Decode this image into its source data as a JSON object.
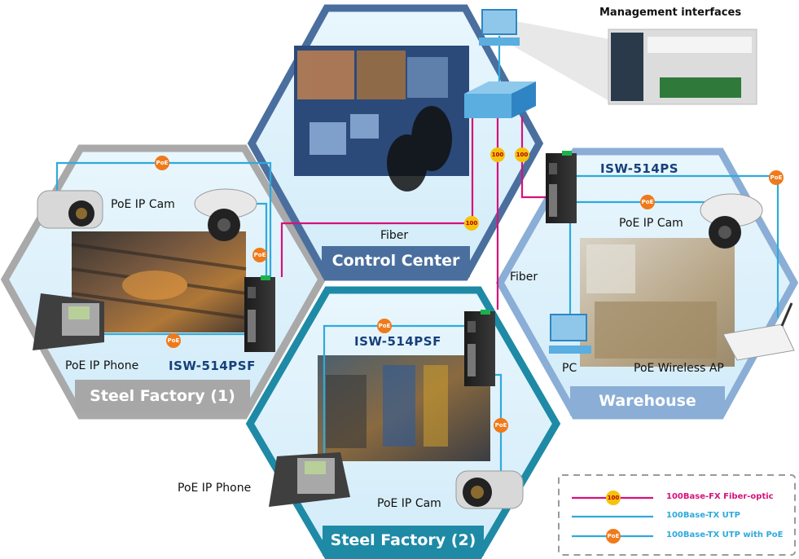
{
  "zones": {
    "control_center": "Control Center",
    "steel_factory_1": "Steel Factory (1)",
    "steel_factory_2": "Steel Factory (2)",
    "warehouse": "Warehouse"
  },
  "management": {
    "title": "Management interfaces"
  },
  "labels": {
    "fiber_control": "Fiber",
    "fiber_warehouse": "Fiber",
    "poe_ip_cam_sf1": "PoE IP Cam",
    "poe_ip_phone_sf1": "PoE IP Phone",
    "poe_ip_cam_wh": "PoE IP Cam",
    "pc_wh": "PC",
    "poe_wireless_ap": "PoE Wireless AP",
    "poe_ip_phone_sf2": "PoE IP Phone",
    "poe_ip_cam_sf2": "PoE IP Cam"
  },
  "models": {
    "sf1": "ISW-514PSF",
    "sf2": "ISW-514PSF",
    "wh": "ISW-514PS"
  },
  "badges": {
    "poe": "PoE",
    "fiber": "100"
  },
  "legend": {
    "fiber": "100Base-FX Fiber-optic",
    "utp": "100Base-TX UTP",
    "utp_poe": "100Base-TX UTP with PoE"
  },
  "colors": {
    "fiber_line": "#d6127a",
    "utp_line": "#2eaadc",
    "poe_badge": "#f07a1a",
    "fiber_badge": "#f7c20e",
    "control_center_zone": "#4a6f9e",
    "steel_factory_1_zone": "#a7a7a7",
    "steel_factory_2_zone": "#1e8aa6",
    "warehouse_zone": "#8aaed6",
    "model_text": "#16407a"
  }
}
